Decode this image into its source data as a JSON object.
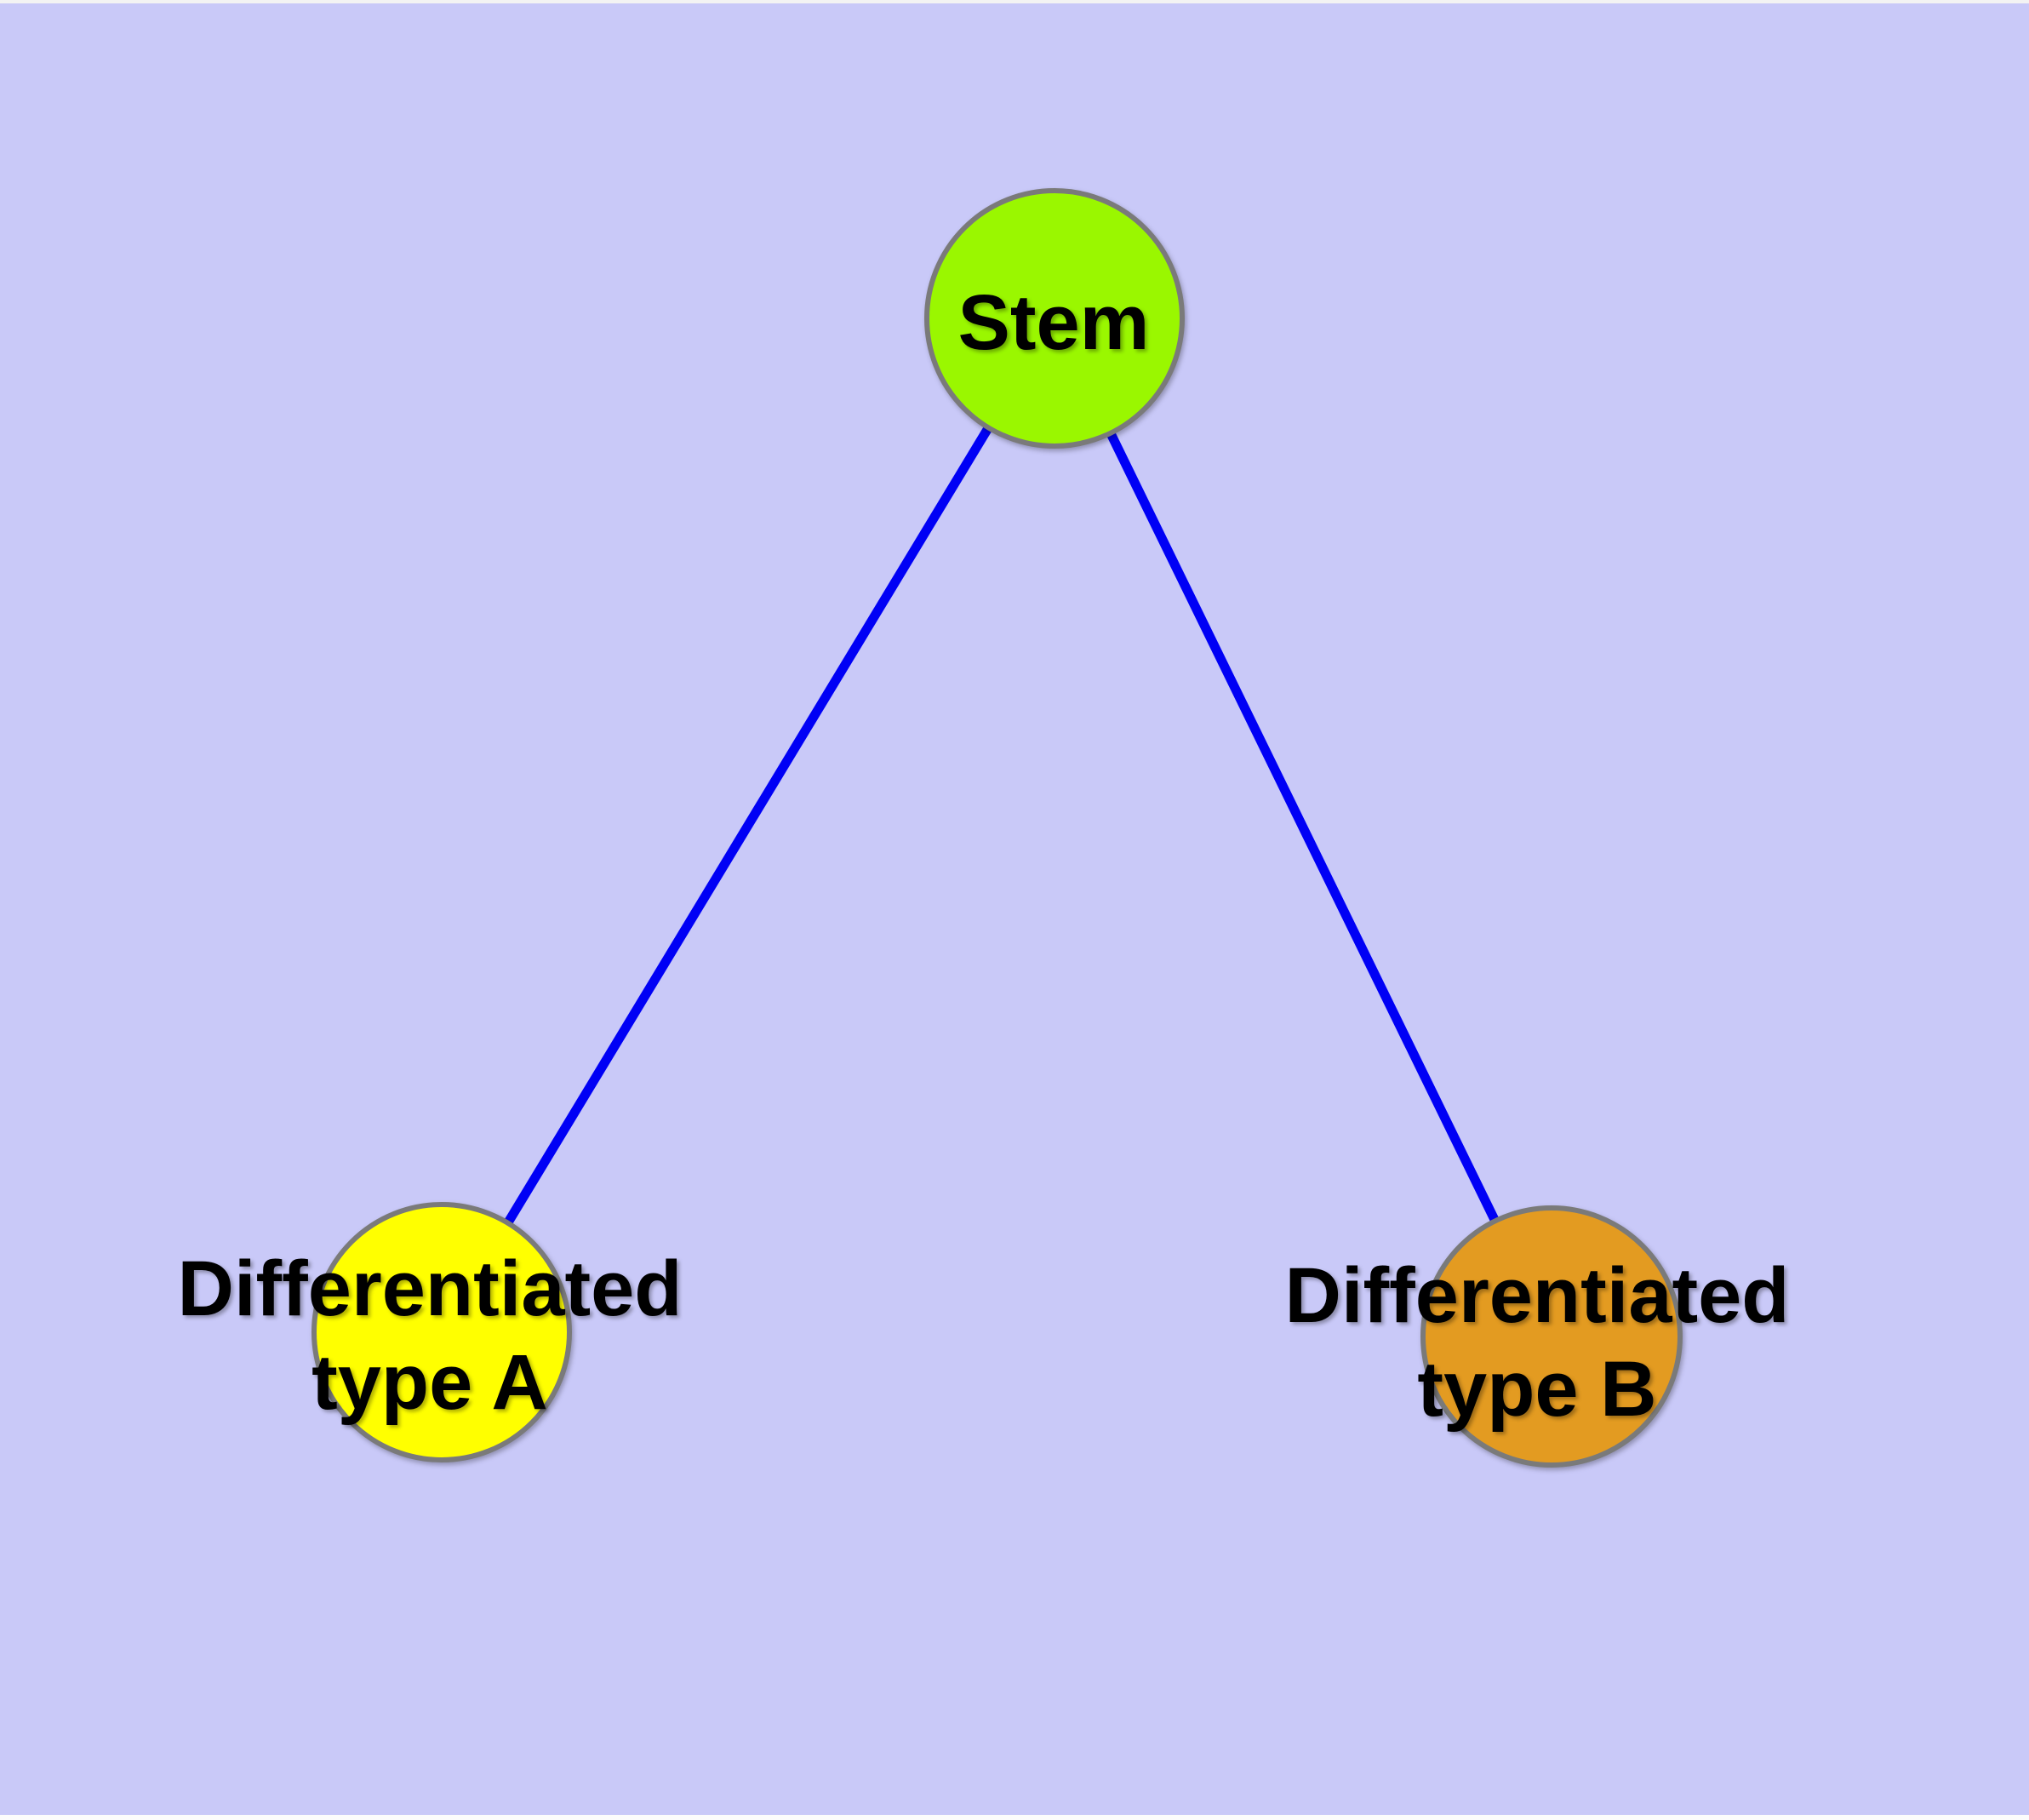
{
  "canvas": {
    "background": "#C9C9F8",
    "top_strip_color": "#F3F3F3",
    "bottom_strip_color": "#FCFCFC"
  },
  "diagram": {
    "type": "node-link-tree",
    "description": "Stem cell differentiation hierarchy: one stem node branching to two differentiated cell types",
    "text_color": "#000000",
    "node_border_color": "#7A7A7A",
    "nodes": [
      {
        "id": "stem",
        "label": "Stem",
        "lines": [
          "Stem"
        ],
        "fill": "#9AF700"
      },
      {
        "id": "type-a",
        "label": "Differentiated type A",
        "lines": [
          "Differentiated",
          "type A"
        ],
        "fill": "#FFFF00"
      },
      {
        "id": "type-b",
        "label": "Differentiated type B",
        "lines": [
          "Differentiated",
          "type B"
        ],
        "fill": "#E39B21"
      }
    ],
    "edges": [
      {
        "from": "stem",
        "to": "type-a",
        "color": "#0000F5"
      },
      {
        "from": "stem",
        "to": "type-b",
        "color": "#0000F5"
      }
    ]
  }
}
